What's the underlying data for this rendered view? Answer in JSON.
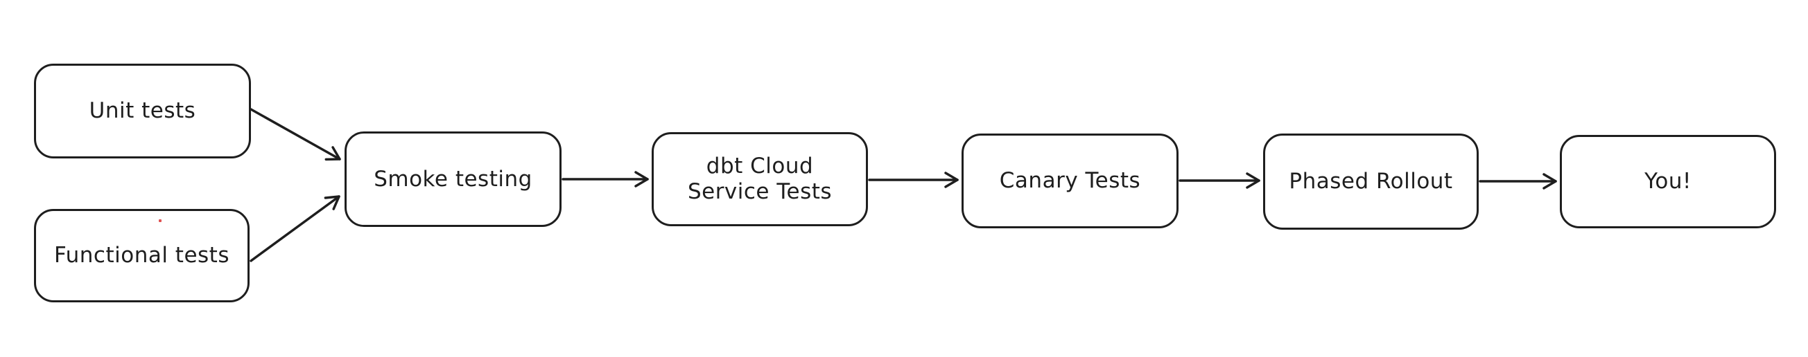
{
  "page": {
    "background_color": "#ffffff"
  },
  "diagram": {
    "type": "flowchart",
    "stroke_color": "#1e1e1e",
    "node_fill_color": "#ffffff",
    "artifact_dot_color": "#e05252",
    "nodes": [
      {
        "id": "unit-tests",
        "label": "Unit tests"
      },
      {
        "id": "functional-tests",
        "label": "Functional tests"
      },
      {
        "id": "smoke-testing",
        "label": "Smoke testing"
      },
      {
        "id": "dbt-cloud-service-tests",
        "label": "dbt Cloud\nService Tests"
      },
      {
        "id": "canary-tests",
        "label": "Canary Tests"
      },
      {
        "id": "phased-rollout",
        "label": "Phased Rollout"
      },
      {
        "id": "you",
        "label": "You!"
      }
    ],
    "edges": [
      {
        "from": "unit-tests",
        "to": "smoke-testing"
      },
      {
        "from": "functional-tests",
        "to": "smoke-testing"
      },
      {
        "from": "smoke-testing",
        "to": "dbt-cloud-service-tests"
      },
      {
        "from": "dbt-cloud-service-tests",
        "to": "canary-tests"
      },
      {
        "from": "canary-tests",
        "to": "phased-rollout"
      },
      {
        "from": "phased-rollout",
        "to": "you"
      }
    ]
  }
}
